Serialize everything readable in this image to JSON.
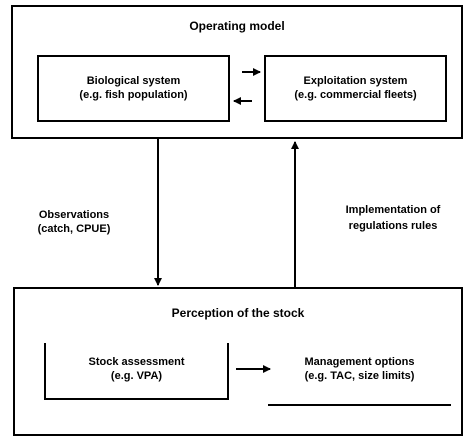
{
  "operating_model": {
    "title": "Operating model",
    "biological_system": {
      "line1": "Biological system",
      "line2": "(e.g. fish population)"
    },
    "exploitation_system": {
      "line1": "Exploitation system",
      "line2": "(e.g. commercial fleets)"
    }
  },
  "perception": {
    "title": "Perception of the stock",
    "stock_assessment": {
      "line1": "Stock assessment",
      "line2": "(e.g. VPA)"
    },
    "management_options": {
      "line1": "Management options",
      "line2": "(e.g. TAC, size limits)"
    }
  },
  "links": {
    "observations": {
      "line1": "Observations",
      "line2": "(catch, CPUE)"
    },
    "implementation": {
      "line1": "Implementation of",
      "line2": "regulations rules"
    }
  }
}
